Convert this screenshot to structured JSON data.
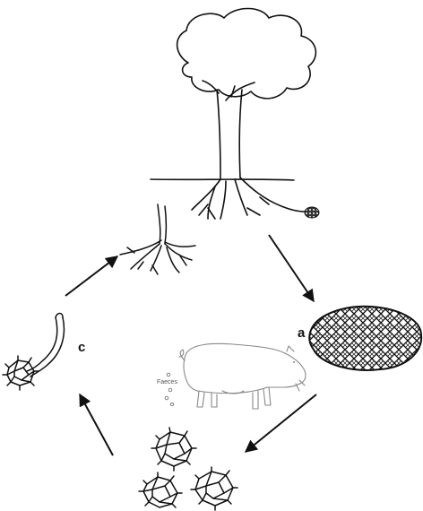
{
  "labels": {
    "a": "a",
    "c": "c",
    "faeces": "Faeces"
  },
  "icons": [
    "tree-icon",
    "truffle-icon",
    "pig-icon",
    "spore-icon",
    "germinating-spore-icon",
    "root-seedling-icon",
    "arrow-icon"
  ],
  "colors": {
    "ink": "#111111",
    "pig_outline": "#888888",
    "background": "#ffffff"
  }
}
